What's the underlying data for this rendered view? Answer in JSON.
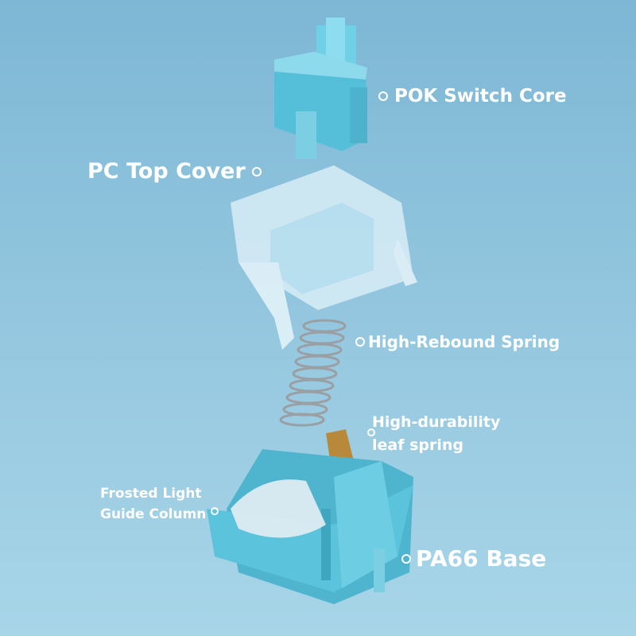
{
  "labels": {
    "switch_core": "POK Switch Core",
    "top_cover": "PC Top Cover",
    "spring": "High-Rebound Spring",
    "leaf_spring_line1": "High-durability",
    "leaf_spring_line2": "leaf spring",
    "light_guide_line1": "Frosted Light",
    "light_guide_line2": "Guide Column",
    "base": "PA66 Base"
  },
  "colors": {
    "switch_blue": "#5cc3dc",
    "background_top": "#7db7d5",
    "background_bottom": "#a8d5e8",
    "leaf_gold": "#b8893a"
  }
}
